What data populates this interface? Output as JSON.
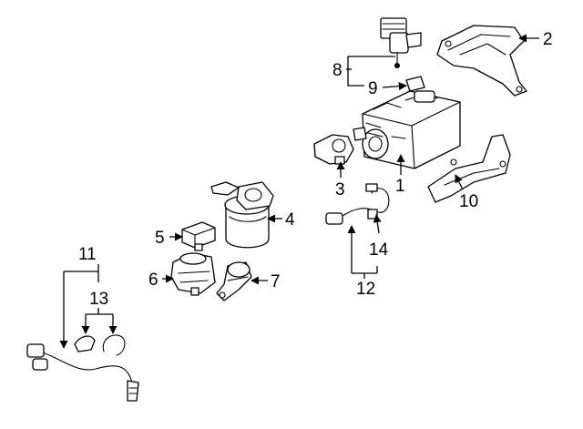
{
  "diagram": {
    "callouts": [
      {
        "id": "1",
        "label": "1"
      },
      {
        "id": "2",
        "label": "2"
      },
      {
        "id": "3",
        "label": "3"
      },
      {
        "id": "4",
        "label": "4"
      },
      {
        "id": "5",
        "label": "5"
      },
      {
        "id": "6",
        "label": "6"
      },
      {
        "id": "7",
        "label": "7"
      },
      {
        "id": "8",
        "label": "8"
      },
      {
        "id": "9",
        "label": "9"
      },
      {
        "id": "10",
        "label": "10"
      },
      {
        "id": "11",
        "label": "11"
      },
      {
        "id": "12",
        "label": "12"
      },
      {
        "id": "13",
        "label": "13"
      },
      {
        "id": "14",
        "label": "14"
      }
    ],
    "colors": {
      "line": "#000000",
      "background": "#ffffff"
    }
  }
}
